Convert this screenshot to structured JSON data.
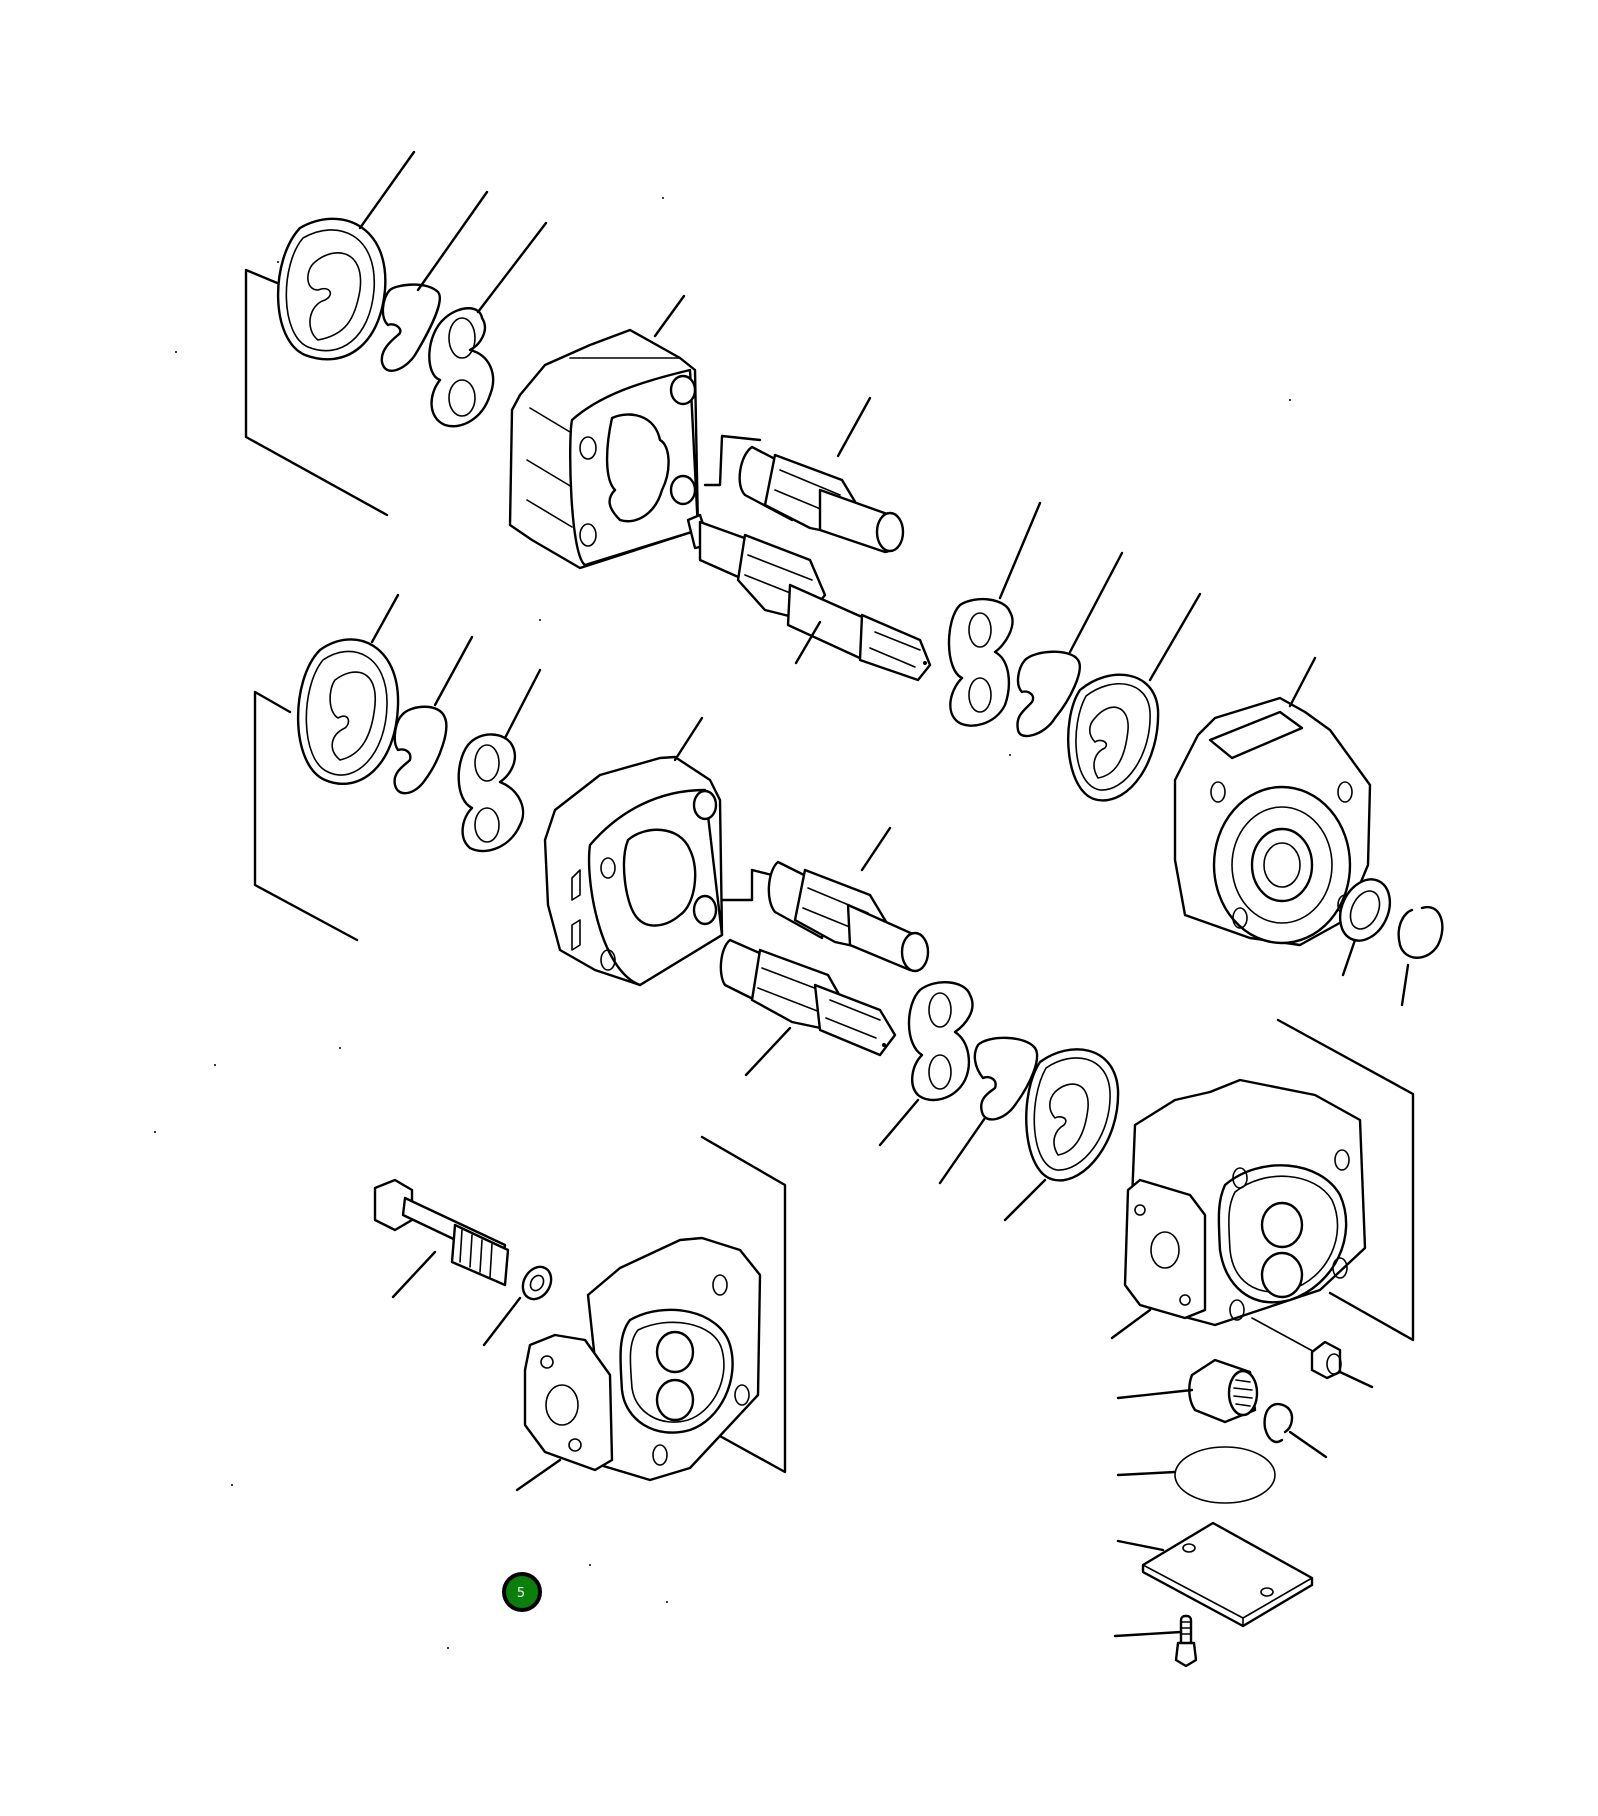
{
  "diagram": {
    "title": "",
    "background": "#ffffff",
    "line_color": "#000000",
    "callouts": [
      {
        "label": "5",
        "color": "#0a7f0a",
        "border": "#000000",
        "text_color": "#e8f5e8"
      }
    ],
    "groups": [
      {
        "name": "upper-seal-kit",
        "parts": [
          "outer-seal",
          "c-seal",
          "backup-plate"
        ]
      },
      {
        "name": "front-gear-body",
        "parts": [
          "gear-body"
        ]
      },
      {
        "name": "front-gear-set",
        "parts": [
          "driven-gear",
          "drive-gear-shaft"
        ]
      },
      {
        "name": "mid-seal-kit",
        "parts": [
          "backup-plate",
          "c-seal",
          "outer-seal"
        ]
      },
      {
        "name": "front-cover",
        "parts": [
          "front-cover",
          "oil-seal",
          "snap-ring"
        ]
      },
      {
        "name": "lower-seal-kit",
        "parts": [
          "outer-seal",
          "c-seal",
          "backup-plate"
        ]
      },
      {
        "name": "rear-gear-body",
        "parts": [
          "gear-body"
        ]
      },
      {
        "name": "rear-gear-set",
        "parts": [
          "driven-gear",
          "drive-gear-shaft"
        ]
      },
      {
        "name": "rear-seal-kit",
        "parts": [
          "backup-plate",
          "c-seal",
          "outer-seal"
        ]
      },
      {
        "name": "fasteners",
        "parts": [
          "bolt",
          "washer"
        ]
      },
      {
        "name": "rear-cover",
        "parts": [
          "rear-cover"
        ]
      },
      {
        "name": "center-section",
        "parts": [
          "center-body",
          "dowel",
          "needle-bearing",
          "snap-ring",
          "o-ring",
          "plate",
          "screw"
        ]
      }
    ]
  }
}
